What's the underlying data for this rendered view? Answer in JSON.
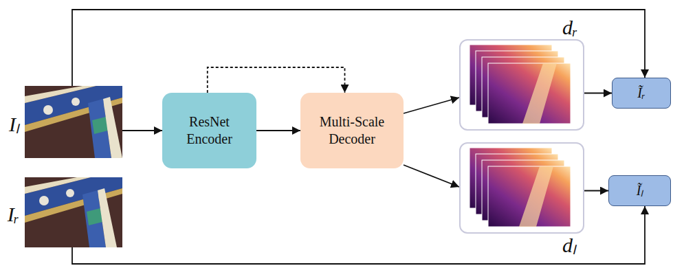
{
  "diagram": {
    "nodes": [
      {
        "text": [
          "Iₗ"
        ]
      },
      {
        "text": [
          "Iᵣ"
        ]
      },
      {
        "text": [
          "ResNet Encoder"
        ]
      },
      {
        "text": [
          "Multi-Scale Decoder"
        ]
      },
      {
        "text": [
          "dᵣ"
        ]
      },
      {
        "text": [
          "dₗ"
        ]
      },
      {
        "text": [
          "Ĩᵣ"
        ]
      },
      {
        "text": [
          "Ĩₗ"
        ]
      }
    ],
    "edges": [
      {
        "from": 0,
        "to": 2,
        "arrow": "to"
      },
      {
        "from": 2,
        "to": 3,
        "arrow": "to"
      },
      {
        "from": 2,
        "to": 3,
        "arrow": "to"
      },
      {
        "from": 3,
        "to": 4,
        "arrow": "to"
      },
      {
        "from": 3,
        "to": 5,
        "arrow": "to"
      },
      {
        "from": 4,
        "to": 6,
        "arrow": "to"
      },
      {
        "from": 5,
        "to": 7,
        "arrow": "to"
      },
      {
        "from": 0,
        "to": 6,
        "arrow": "to"
      },
      {
        "from": 1,
        "to": 7,
        "arrow": "to"
      }
    ]
  }
}
